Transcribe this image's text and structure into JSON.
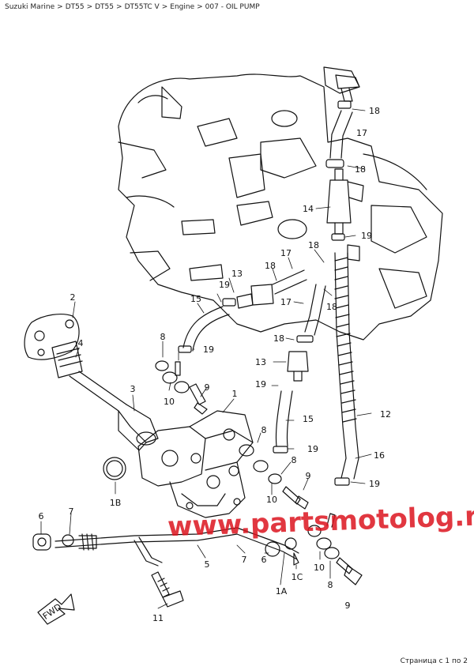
{
  "breadcrumb": {
    "items": [
      "Suzuki Marine",
      "DT55",
      "DT55",
      "DT55TC V",
      "Engine"
    ],
    "current": "007 - OIL PUMP",
    "separator": ">"
  },
  "callouts": {
    "c1": "1",
    "c2": "2",
    "c3": "3",
    "c4": "4",
    "c5": "5",
    "c6a": "6",
    "c6b": "6",
    "c7a": "7",
    "c7b": "7",
    "c8a": "8",
    "c8b": "8",
    "c8c": "8",
    "c8d": "8",
    "c9a": "9",
    "c9b": "9",
    "c9c": "9",
    "c10a": "10",
    "c10b": "10",
    "c10c": "10",
    "c11": "11",
    "c12": "12",
    "c13a": "13",
    "c13b": "13",
    "c14": "14",
    "c15a": "15",
    "c15b": "15",
    "c16": "16",
    "c17a": "17",
    "c17b": "17",
    "c17c": "17",
    "c18a": "18",
    "c18b": "18",
    "c18c": "18",
    "c18d": "18",
    "c18e": "18",
    "c18f": "18",
    "c19a": "19",
    "c19b": "19",
    "c19c": "19",
    "c19d": "19",
    "c19e": "19",
    "c19f": "19",
    "c1a": "1A",
    "c1b": "1B",
    "c1c": "1C"
  },
  "fwd_label": "FWD",
  "watermark": "www.partsmotolog.ru",
  "footer": {
    "pagination": "Страница с 1 по 2"
  },
  "colors": {
    "line": "#111111",
    "watermark": "#dc141e"
  }
}
